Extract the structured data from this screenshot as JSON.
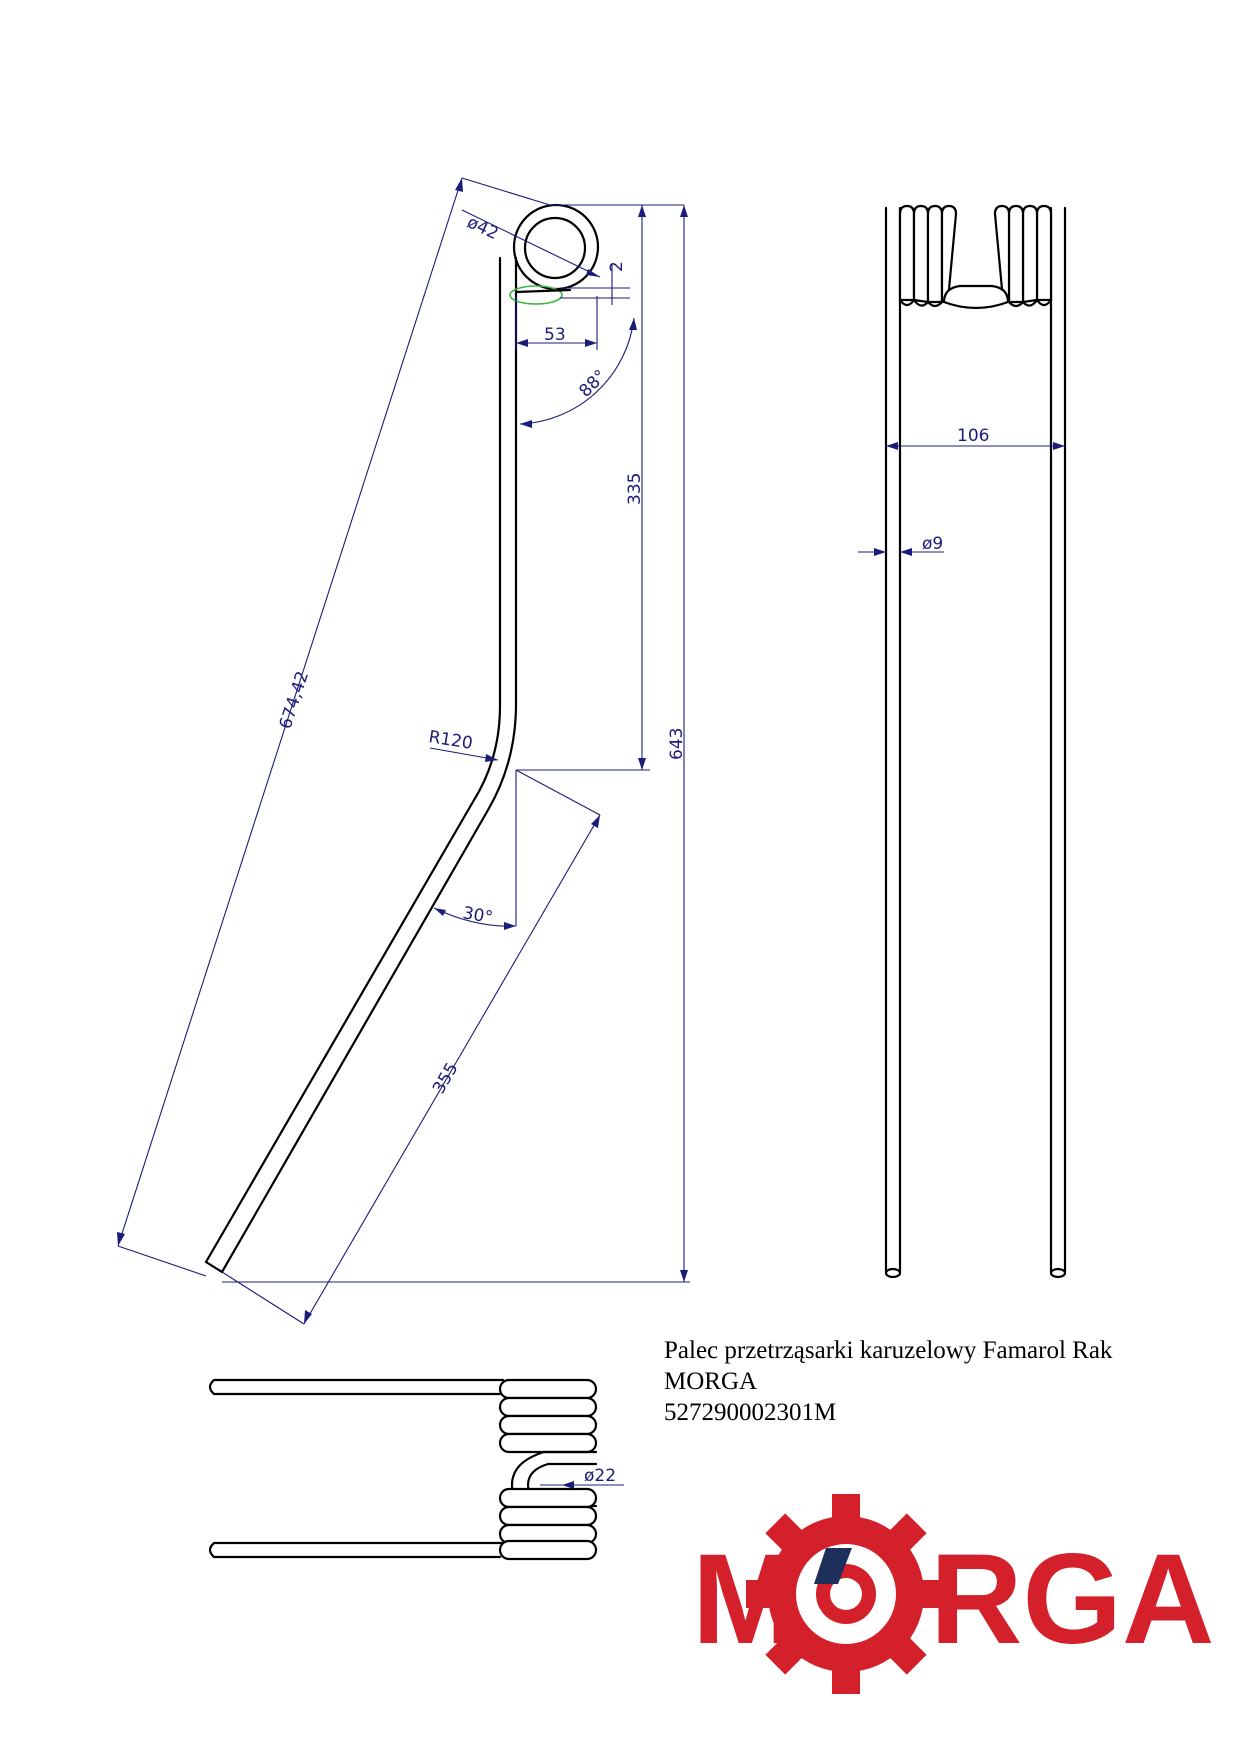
{
  "dimensions": {
    "ring_diameter": "ø42",
    "gap": "2",
    "offset": "53",
    "angle_top": "88°",
    "upper_length": "335",
    "total_height": "643",
    "diagonal_length": "674,42",
    "bend_radius": "R120",
    "bend_angle": "30°",
    "lower_length": "355",
    "span_width": "106",
    "wire_diameter": "ø9",
    "coil_diameter": "ø22"
  },
  "caption": {
    "line1": "Palec przetrząsarki karuzelowy Famarol Rak",
    "line2": "MORGA",
    "line3": "527290002301M"
  },
  "logo": {
    "text": "MORGA",
    "color": "#d3202a",
    "accent": "#1f2f5c"
  }
}
